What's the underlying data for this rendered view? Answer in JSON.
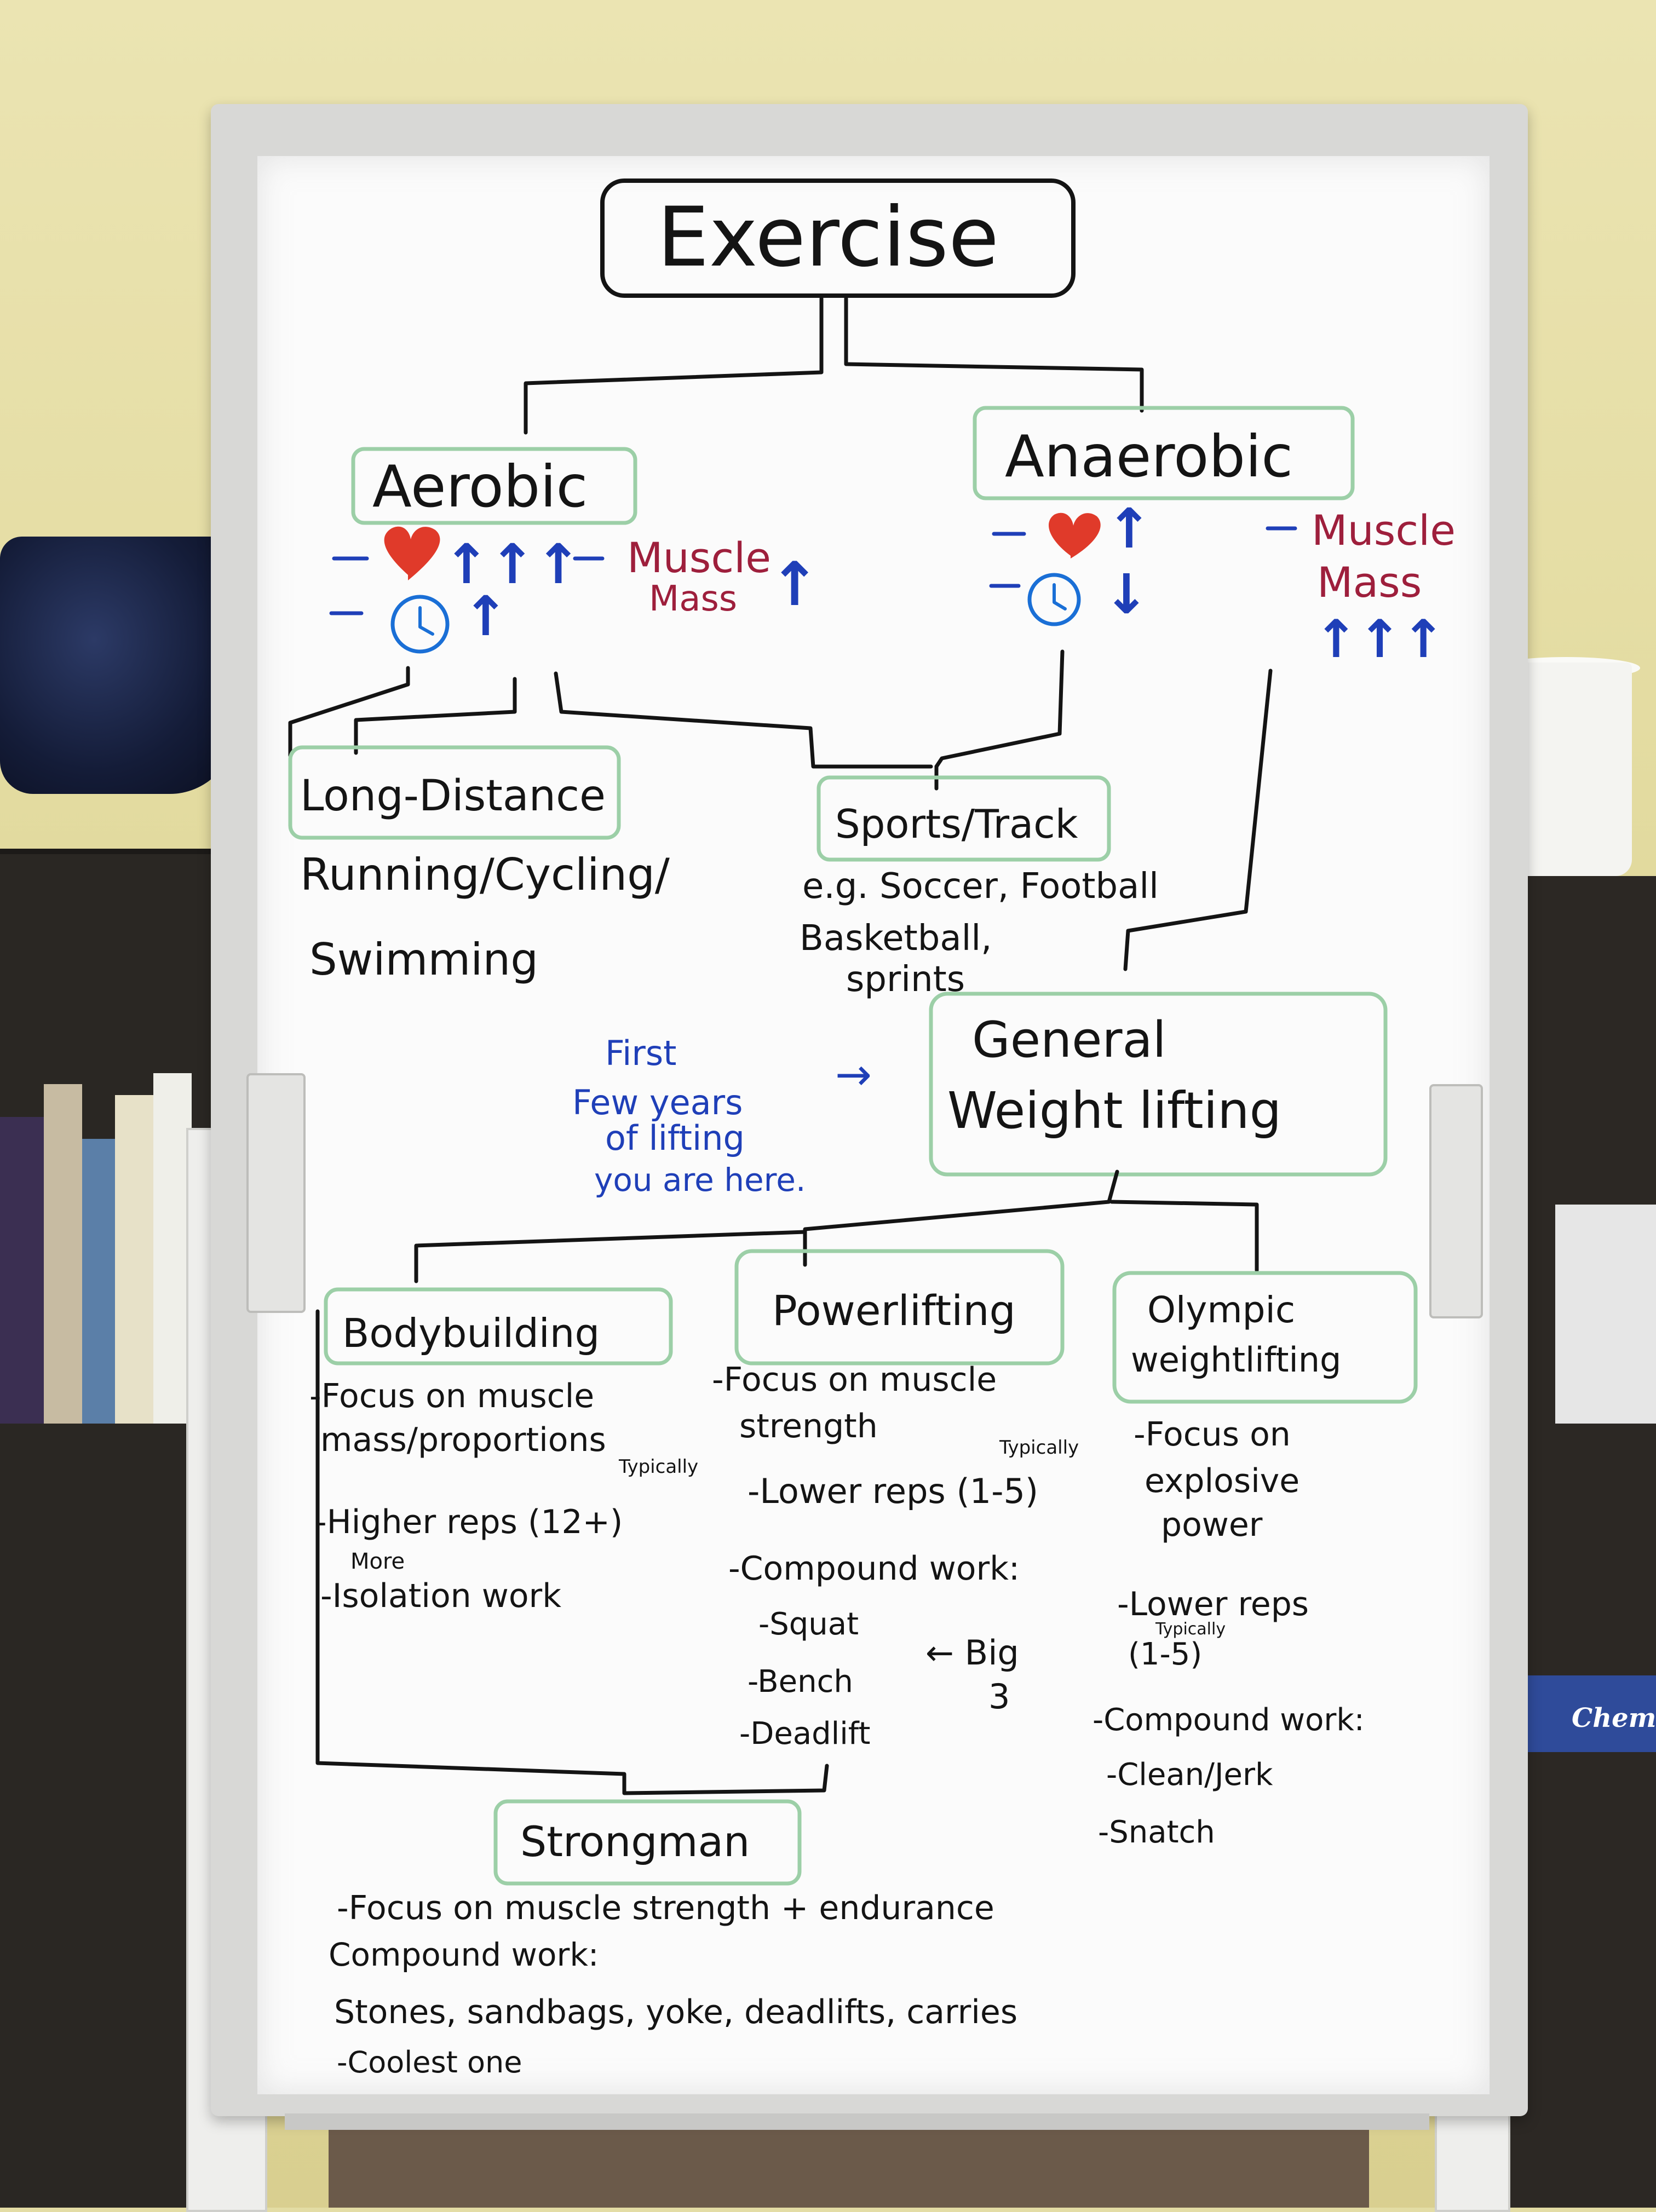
{
  "background": {
    "book_spine_title": "Chemistry"
  },
  "board": {
    "title": "Exercise",
    "aerobic": {
      "label": "Aerobic",
      "muscle_label": "Muscle",
      "muscle_label_2": "Mass",
      "heart_arrows": "↑↑↑",
      "time_arrow": "↑",
      "muscle_arrow": "↑"
    },
    "anaerobic": {
      "label": "Anaerobic",
      "muscle_label": "Muscle",
      "muscle_label_2": "Mass",
      "heart_arrow": "↑",
      "time_arrow": "↓",
      "muscle_arrows": "↑↑↑"
    },
    "long_distance": {
      "label": "Long-Distance",
      "line1": "Running/Cycling/",
      "line2": "Swimming"
    },
    "sports": {
      "label": "Sports/Track",
      "line1": "e.g. Soccer, Football",
      "line2": "Basketball,",
      "line3": "sprints"
    },
    "first_years": {
      "line1": "First",
      "line2": "Few years",
      "line3": "of lifting",
      "line4": "you are here.",
      "arrow": "→"
    },
    "general": {
      "line1": "General",
      "line2": "Weight lifting"
    },
    "bodybuilding": {
      "label": "Bodybuilding",
      "notes": [
        "-Focus on muscle",
        "mass/proportions",
        "-Higher reps (12+)",
        "-Isolation work"
      ],
      "typically": "Typically",
      "more": "More"
    },
    "powerlifting": {
      "label": "Powerlifting",
      "notes": [
        "-Focus on muscle",
        "strength",
        "-Lower reps (1-5)",
        "-Compound work:",
        "-Squat",
        "-Bench",
        "-Deadlift"
      ],
      "typically": "Typically",
      "big3_a": "← Big",
      "big3_b": "3"
    },
    "olympic": {
      "label_1": "Olympic",
      "label_2": "weightlifting",
      "notes": [
        "-Focus on",
        "explosive",
        "power",
        "-Lower reps",
        "(1-5)",
        "-Compound work:",
        "-Clean/Jerk",
        "-Snatch"
      ],
      "typically": "Typically"
    },
    "strongman": {
      "label": "Strongman",
      "notes": [
        "-Focus on muscle strength + endurance",
        "Compound work:",
        "Stones, sandbags, yoke, deadlifts, carries",
        "-Coolest one"
      ]
    }
  },
  "colors": {
    "ink_black": "#141414",
    "ink_blue": "#1f3fb8",
    "ink_red": "#9e1f3c",
    "heart_red": "#e03a2a",
    "box_green": "#9ccfa7",
    "clock_blue": "#1a6fd6"
  }
}
